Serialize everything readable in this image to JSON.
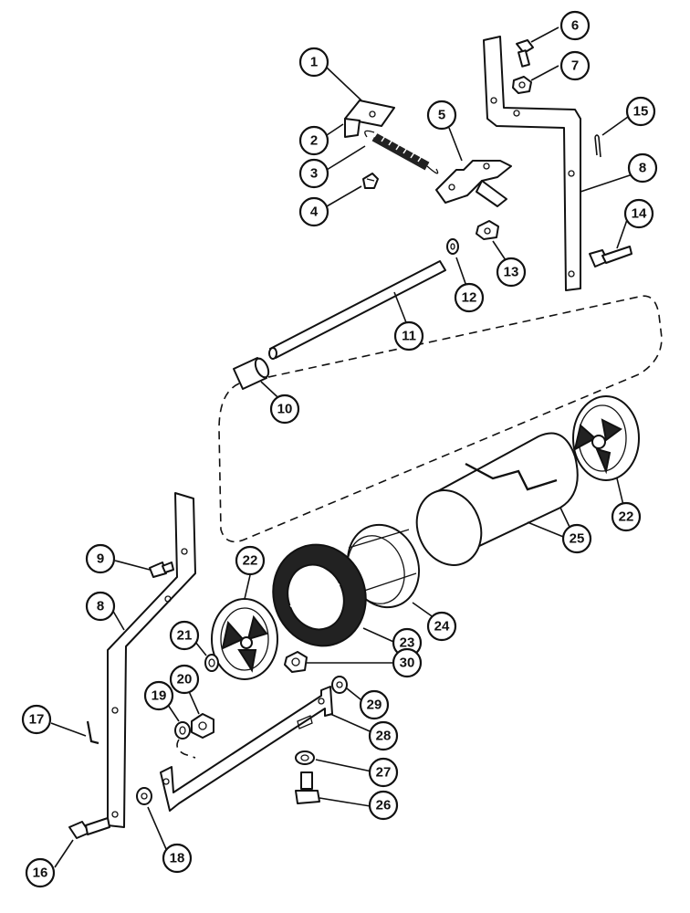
{
  "callouts": [
    {
      "id": "c1",
      "label": "1"
    },
    {
      "id": "c2",
      "label": "2"
    },
    {
      "id": "c3",
      "label": "3"
    },
    {
      "id": "c4",
      "label": "4"
    },
    {
      "id": "c5",
      "label": "5"
    },
    {
      "id": "c6",
      "label": "6"
    },
    {
      "id": "c7",
      "label": "7"
    },
    {
      "id": "c8a",
      "label": "8"
    },
    {
      "id": "c8b",
      "label": "8"
    },
    {
      "id": "c9",
      "label": "9"
    },
    {
      "id": "c10",
      "label": "10"
    },
    {
      "id": "c11",
      "label": "11"
    },
    {
      "id": "c12",
      "label": "12"
    },
    {
      "id": "c13",
      "label": "13"
    },
    {
      "id": "c14",
      "label": "14"
    },
    {
      "id": "c15",
      "label": "15"
    },
    {
      "id": "c16",
      "label": "16"
    },
    {
      "id": "c17",
      "label": "17"
    },
    {
      "id": "c18",
      "label": "18"
    },
    {
      "id": "c19",
      "label": "19"
    },
    {
      "id": "c20",
      "label": "20"
    },
    {
      "id": "c21",
      "label": "21"
    },
    {
      "id": "c22a",
      "label": "22"
    },
    {
      "id": "c22b",
      "label": "22"
    },
    {
      "id": "c23",
      "label": "23"
    },
    {
      "id": "c24",
      "label": "24"
    },
    {
      "id": "c25",
      "label": "25"
    },
    {
      "id": "c26",
      "label": "26"
    },
    {
      "id": "c27",
      "label": "27"
    },
    {
      "id": "c28",
      "label": "28"
    },
    {
      "id": "c29",
      "label": "29"
    },
    {
      "id": "c30",
      "label": "30"
    }
  ]
}
